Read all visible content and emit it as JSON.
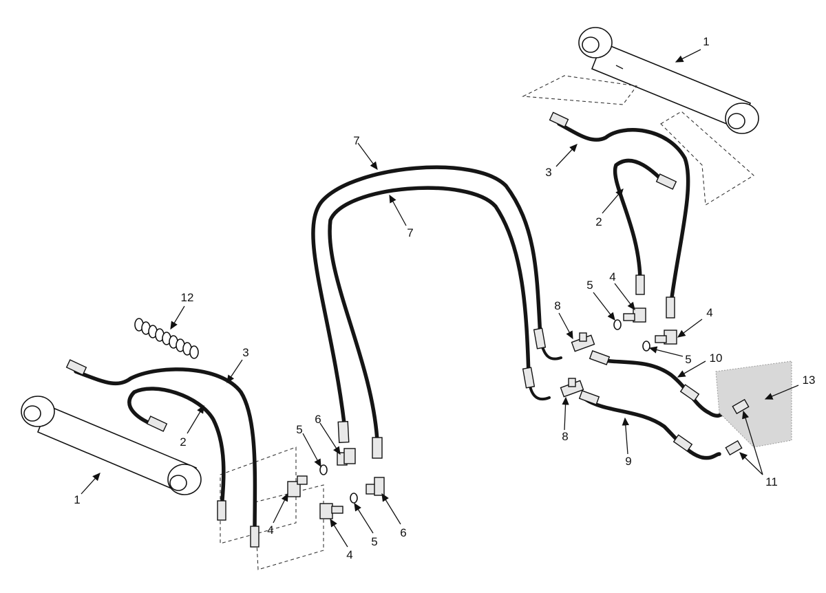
{
  "callouts": {
    "c1_top": "1",
    "c1_bottom": "1",
    "c2_right": "2",
    "c2_left": "2",
    "c3_right": "3",
    "c3_left": "3",
    "c4_r1": "4",
    "c4_r2": "4",
    "c4_l1": "4",
    "c4_l2": "4",
    "c5_r1": "5",
    "c5_r2": "5",
    "c5_l1": "5",
    "c5_l2": "5",
    "c6_a": "6",
    "c6_b": "6",
    "c7_a": "7",
    "c7_b": "7",
    "c8_a": "8",
    "c8_b": "8",
    "c9": "9",
    "c10": "10",
    "c11": "11",
    "c12": "12",
    "c13": "13"
  }
}
